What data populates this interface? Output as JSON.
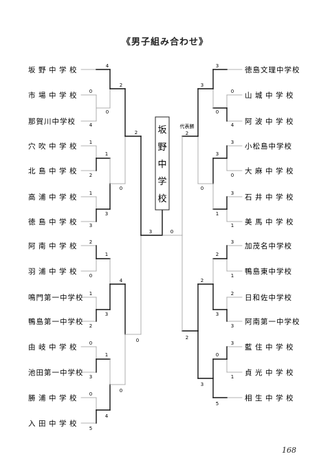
{
  "title": "《男子組み合わせ》",
  "page_number": "168",
  "champion": {
    "label": "代表勝",
    "score": "2",
    "name": [
      "坂",
      "野",
      "中",
      "学",
      "校"
    ]
  },
  "left_teams": [
    "坂野中学校",
    "市場中学校",
    "那賀川中学校",
    "穴吹中学校",
    "北島中学校",
    "高浦中学校",
    "徳島中学校",
    "阿南中学校",
    "羽浦中学校",
    "鳴門第一中学校",
    "鴨島第一中学校",
    "由岐中学校",
    "池田第一中学校",
    "勝浦中学校",
    "入田中学校"
  ],
  "right_teams": [
    "徳島文理中学校",
    "山城中学校",
    "阿波中学校",
    "小松島中学校",
    "大麻中学校",
    "石井中学校",
    "美馬中学校",
    "加茂名中学校",
    "鴨島東中学校",
    "日和佐中学校",
    "阿南第一中学校",
    "藍住中学校",
    "貞光中学校",
    "相生中学校"
  ],
  "scores": {
    "r1_1": "4",
    "s_b": "0",
    "s_c": "4",
    "r2_1": "2",
    "r2_2": "0",
    "s_d": "1",
    "s_e": "2",
    "r2_3": "1",
    "s_f": "1",
    "s_g": "3",
    "r2_4": "3",
    "q1": "0",
    "s_h": "2",
    "s_i": "0",
    "r2_5": "1",
    "s_j": "1",
    "s_k": "2",
    "r2_6": "3",
    "q2": "4",
    "s_l": "0",
    "s_m": "3",
    "r2_7": "1",
    "s_n": "0",
    "s_o": "5",
    "r2_8": "4",
    "q3": "0",
    "sf_top": "2",
    "sf_bot": "0",
    "final_left": "3",
    "rs_a": "3",
    "rs_b": "0",
    "rs_c": "4",
    "rr_1": "3",
    "rr_2": "0",
    "rs_d": "3",
    "rs_e": "0",
    "rr_3": "3",
    "rs_f": "3",
    "rs_g": "1",
    "rr_4": "1",
    "rq_1": "0",
    "rs_h": "3",
    "rs_i": "1",
    "rr_5": "2",
    "rs_j": "2",
    "rs_k": "3",
    "rr_6": "3",
    "rq_2": "2",
    "rs_l": "3",
    "rs_m": "1",
    "rr_7": "0",
    "rs_n": "5",
    "rr_8": "3",
    "rq_3": "2",
    "final_right": "0"
  }
}
